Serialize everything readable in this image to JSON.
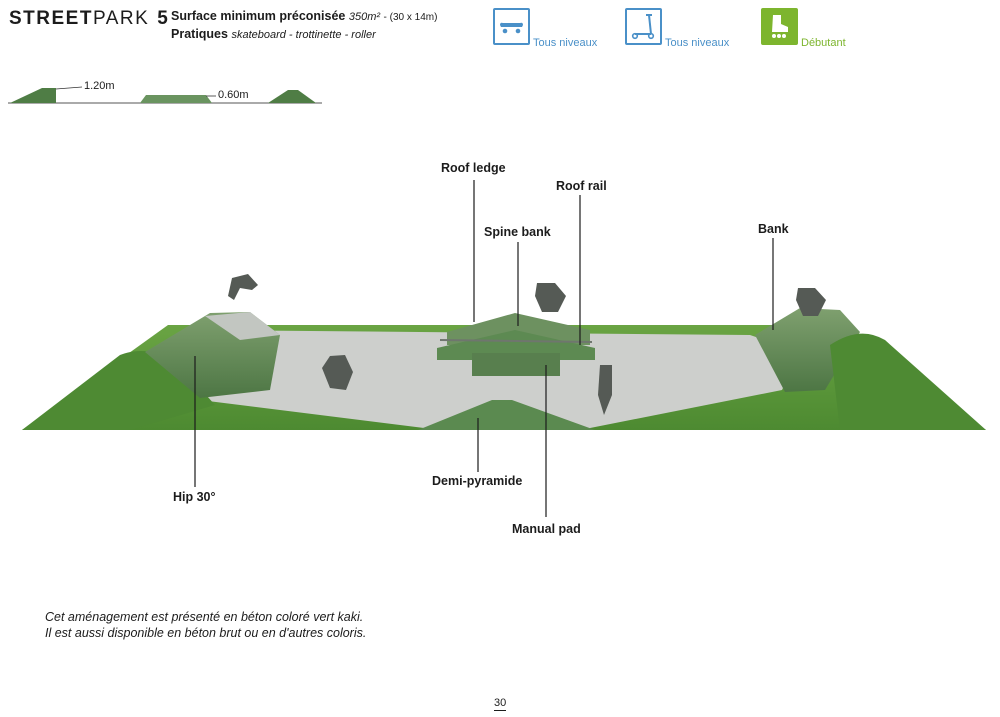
{
  "header": {
    "title_bold": "STREET",
    "title_light": "PARK",
    "title_number": "5",
    "surface_label": "Surface minimum préconisée",
    "surface_value": "350m²",
    "surface_dims": "- (30 x 14m)",
    "practices_label": "Pratiques",
    "practices_value": "skateboard - trottinette - roller"
  },
  "levels": [
    {
      "icon": "skateboard-icon",
      "text": "Tous niveaux",
      "color": "#4a90c8"
    },
    {
      "icon": "scooter-icon",
      "text": "Tous niveaux",
      "color": "#4a90c8"
    },
    {
      "icon": "roller-skate-icon",
      "text": "Débutant",
      "color": "#7db52e"
    }
  ],
  "profile": {
    "height_high": "1.20m",
    "height_low": "0.60m"
  },
  "labels": {
    "roof_ledge": "Roof ledge",
    "roof_rail": "Roof rail",
    "spine_bank": "Spine bank",
    "bank": "Bank",
    "hip": "Hip 30°",
    "demi_pyramide": "Demi-pyramide",
    "manual_pad": "Manual pad"
  },
  "note": {
    "line1": "Cet aménagement est présenté en béton coloré vert kaki.",
    "line2": "Il est aussi disponible en béton brut ou en d'autres coloris."
  },
  "page_number": "30",
  "colors": {
    "grass": "#5e9a3a",
    "concrete": "#c9cbc8",
    "module_green": "#5d8a52",
    "accent_blue": "#4a90c8",
    "accent_green": "#7db52e"
  }
}
